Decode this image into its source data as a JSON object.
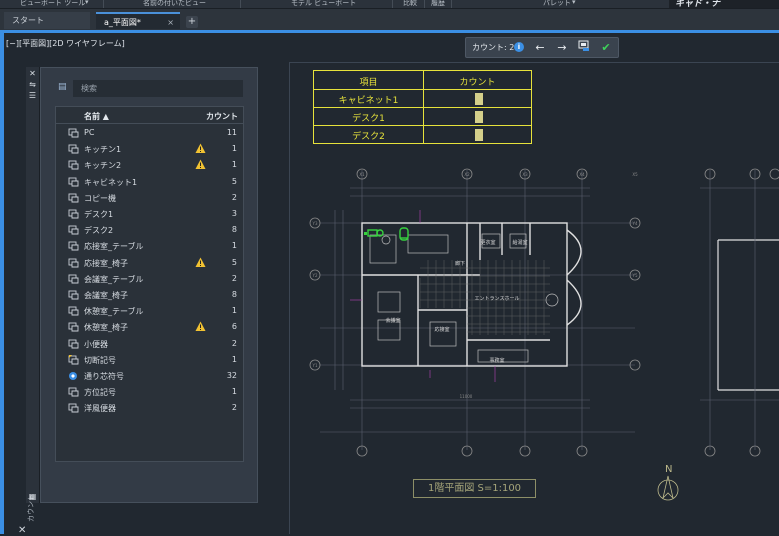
{
  "ribbon": {
    "items": [
      "ビューポート ツール",
      "名前の付いたビュー",
      "モデル ビューポート",
      "比較",
      "履歴",
      "パレット"
    ],
    "brand": "キャド・ナ"
  },
  "tabs": {
    "start": "スタート",
    "active": "a_平面図*",
    "close": "×",
    "add": "+"
  },
  "viewport_label": "[−][平面図][2D ワイヤフレーム]",
  "count_toolbar": {
    "label": "カウント: 2",
    "info": "i"
  },
  "palette": {
    "search_placeholder": "検索",
    "vertical_title": "カウント",
    "col_name": "名前 ▲",
    "col_count": "カウント",
    "rows": [
      {
        "name": "PC",
        "count": "11",
        "warn": false,
        "icon": "block"
      },
      {
        "name": "キッチン1",
        "count": "1",
        "warn": true,
        "icon": "block"
      },
      {
        "name": "キッチン2",
        "count": "1",
        "warn": true,
        "icon": "block"
      },
      {
        "name": "キャビネット1",
        "count": "5",
        "warn": false,
        "icon": "block"
      },
      {
        "name": "コピー機",
        "count": "2",
        "warn": false,
        "icon": "block"
      },
      {
        "name": "デスク1",
        "count": "3",
        "warn": false,
        "icon": "block"
      },
      {
        "name": "デスク2",
        "count": "8",
        "warn": false,
        "icon": "block"
      },
      {
        "name": "応接室_テーブル",
        "count": "1",
        "warn": false,
        "icon": "block"
      },
      {
        "name": "応接室_椅子",
        "count": "5",
        "warn": true,
        "icon": "block"
      },
      {
        "name": "会議室_テーブル",
        "count": "2",
        "warn": false,
        "icon": "block"
      },
      {
        "name": "会議室_椅子",
        "count": "8",
        "warn": false,
        "icon": "block"
      },
      {
        "name": "休憩室_テーブル",
        "count": "1",
        "warn": false,
        "icon": "block"
      },
      {
        "name": "休憩室_椅子",
        "count": "6",
        "warn": true,
        "icon": "block"
      },
      {
        "name": "小便器",
        "count": "2",
        "warn": false,
        "icon": "block"
      },
      {
        "name": "切断記号",
        "count": "1",
        "warn": false,
        "icon": "dynamic"
      },
      {
        "name": "通り芯符号",
        "count": "32",
        "warn": false,
        "icon": "attribute"
      },
      {
        "name": "方位記号",
        "count": "1",
        "warn": false,
        "icon": "block"
      },
      {
        "name": "洋風便器",
        "count": "2",
        "warn": false,
        "icon": "block"
      }
    ]
  },
  "count_table": {
    "headers": [
      "項目",
      "カウント"
    ],
    "rows": [
      "キャビネット1",
      "デスク1",
      "デスク2"
    ]
  },
  "plan": {
    "title": "1階平面図 S=1:100",
    "north": "N",
    "rooms": [
      "会議室",
      "応接室",
      "事務室",
      "エントランスホール",
      "廊下",
      "更衣室",
      "給湯室"
    ],
    "grid_labels": [
      "X1",
      "X2",
      "X3",
      "X4",
      "X5",
      "Y1",
      "Y2",
      "Y3",
      "Y4",
      "Y5"
    ],
    "dim_total": "11000"
  },
  "colors": {
    "accent": "#3b8fe4",
    "table_yellow": "#e6e23b",
    "warn": "#f1c232",
    "block_green": "#37d33f"
  }
}
